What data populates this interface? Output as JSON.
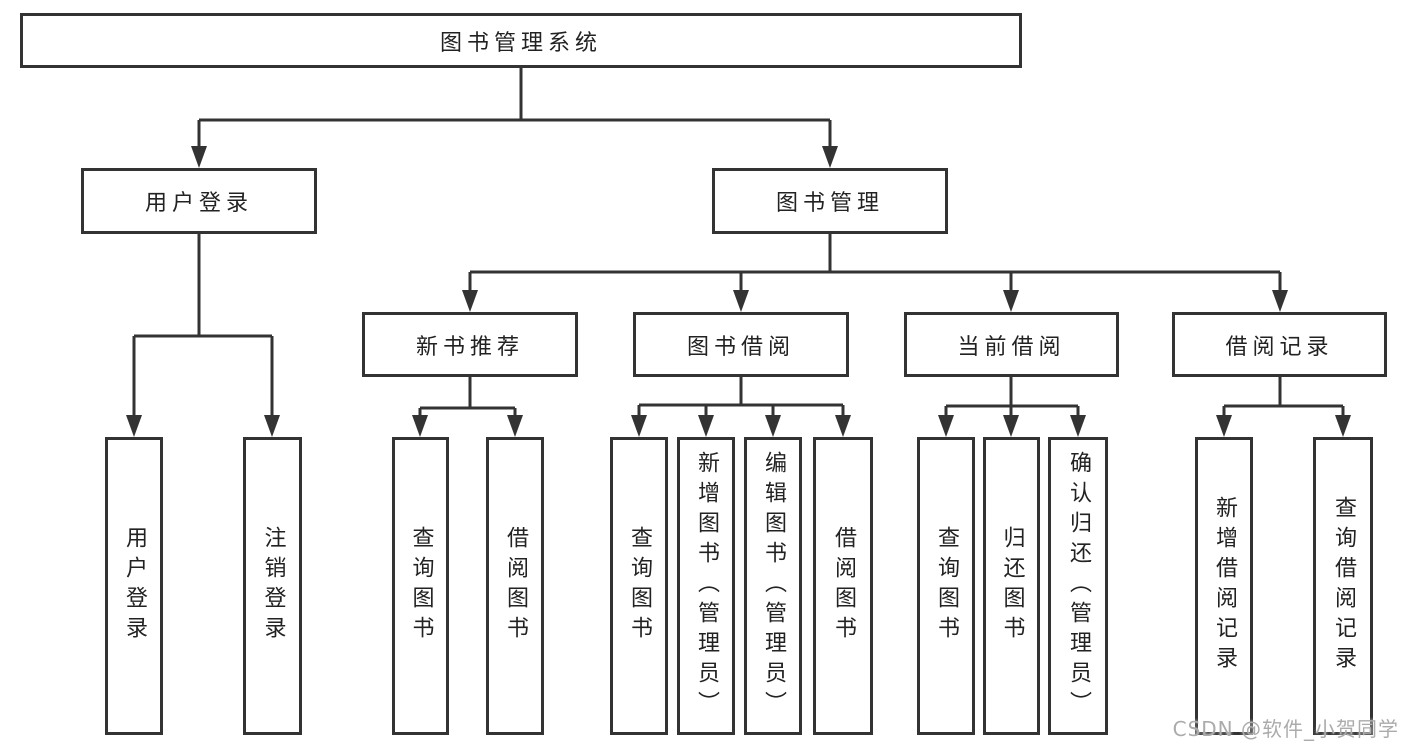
{
  "diagram": {
    "root": {
      "label": "图书管理系统"
    },
    "level2": [
      {
        "label": "用户登录"
      },
      {
        "label": "图书管理"
      }
    ],
    "level3": [
      {
        "label": "新书推荐"
      },
      {
        "label": "图书借阅"
      },
      {
        "label": "当前借阅"
      },
      {
        "label": "借阅记录"
      }
    ],
    "leaves": {
      "userLogin": [
        {
          "label": "用户登录"
        },
        {
          "label": "注销登录"
        }
      ],
      "newBooks": [
        {
          "label": "查询图书"
        },
        {
          "label": "借阅图书"
        }
      ],
      "bookBorrow": [
        {
          "label": "查询图书"
        },
        {
          "label": "新增图书（管理员）"
        },
        {
          "label": "编辑图书（管理员）"
        },
        {
          "label": "借阅图书"
        }
      ],
      "currentBorrow": [
        {
          "label": "查询图书"
        },
        {
          "label": "归还图书"
        },
        {
          "label": "确认归还（管理员）"
        }
      ],
      "borrowRecords": [
        {
          "label": "新增借阅记录"
        },
        {
          "label": "查询借阅记录"
        }
      ]
    }
  },
  "watermark": {
    "text": "CSDN @软件_小贺同学"
  },
  "colors": {
    "line": "#333333",
    "boxBorder": "#333333",
    "text": "#222222",
    "watermark": "#ababab",
    "background": "#ffffff"
  }
}
